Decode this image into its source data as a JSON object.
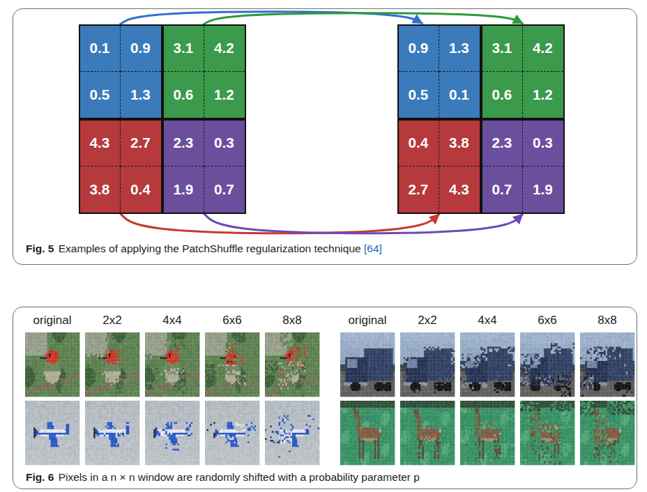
{
  "diagram": {
    "nodes": [
      {
        "text": [
          "Fig. 5",
          "Examples of applying the PatchShuffle regularization technique",
          "[64]"
        ]
      },
      {
        "text": [
          "0.1",
          "0.9",
          "0.5",
          "1.3"
        ],
        "in": 0
      },
      {
        "text": [
          "3.1",
          "4.2",
          "0.6",
          "1.2"
        ],
        "in": 0
      },
      {
        "text": [
          "4.3",
          "2.7",
          "3.8",
          "0.4"
        ],
        "in": 0
      },
      {
        "text": [
          "2.3",
          "0.3",
          "1.9",
          "0.7"
        ],
        "in": 0
      },
      {
        "text": [
          "0.9",
          "1.3",
          "0.5",
          "0.1"
        ],
        "in": 0
      },
      {
        "text": [
          "3.1",
          "4.2",
          "0.6",
          "1.2"
        ],
        "in": 0
      },
      {
        "text": [
          "0.4",
          "3.8",
          "2.7",
          "4.3"
        ],
        "in": 0
      },
      {
        "text": [
          "2.3",
          "0.3",
          "0.7",
          "1.9"
        ],
        "in": 0
      },
      {
        "text": [
          "Fig. 6",
          "Pixels in a n × n window are randomly shifted with a probability parameter p"
        ]
      }
    ],
    "edges": [
      {
        "from": 1,
        "to": 5,
        "arrow": "to"
      },
      {
        "from": 2,
        "to": 6,
        "arrow": "to"
      },
      {
        "from": 3,
        "to": 7,
        "arrow": "to"
      },
      {
        "from": 4,
        "to": 8,
        "arrow": "to"
      }
    ],
    "labels": [
      "original",
      "2x2",
      "4x4",
      "6x6",
      "8x8",
      "original",
      "2x2",
      "4x4",
      "6x6",
      "8x8"
    ]
  }
}
